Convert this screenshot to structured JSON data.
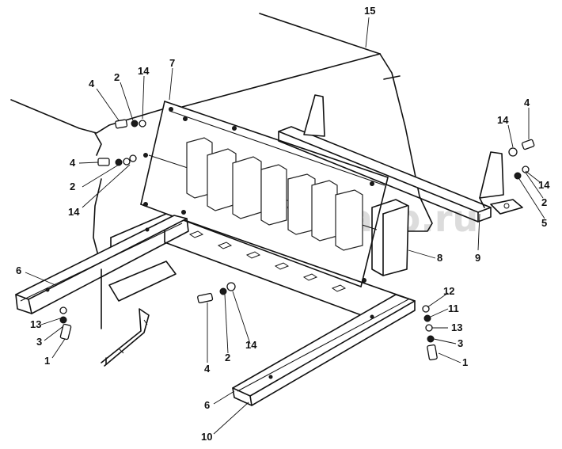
{
  "watermark": "asp.ru",
  "callouts": [
    {
      "id": "c15",
      "text": "15"
    },
    {
      "id": "c7",
      "text": "7"
    },
    {
      "id": "c4a",
      "text": "4"
    },
    {
      "id": "c2a",
      "text": "2"
    },
    {
      "id": "c14a",
      "text": "14"
    },
    {
      "id": "c4b",
      "text": "4"
    },
    {
      "id": "c2b",
      "text": "2"
    },
    {
      "id": "c14b",
      "text": "14"
    },
    {
      "id": "c4c",
      "text": "4"
    },
    {
      "id": "c14c",
      "text": "14"
    },
    {
      "id": "c14d",
      "text": "14"
    },
    {
      "id": "c2c",
      "text": "2"
    },
    {
      "id": "c5",
      "text": "5"
    },
    {
      "id": "c9",
      "text": "9"
    },
    {
      "id": "c8",
      "text": "8"
    },
    {
      "id": "c6a",
      "text": "6"
    },
    {
      "id": "c13a",
      "text": "13"
    },
    {
      "id": "c3a",
      "text": "3"
    },
    {
      "id": "c1a",
      "text": "1"
    },
    {
      "id": "c4d",
      "text": "4"
    },
    {
      "id": "c2d",
      "text": "2"
    },
    {
      "id": "c14e",
      "text": "14"
    },
    {
      "id": "c12",
      "text": "12"
    },
    {
      "id": "c11",
      "text": "11"
    },
    {
      "id": "c13b",
      "text": "13"
    },
    {
      "id": "c3b",
      "text": "3"
    },
    {
      "id": "c1b",
      "text": "1"
    },
    {
      "id": "c6b",
      "text": "6"
    },
    {
      "id": "c10",
      "text": "10"
    }
  ]
}
